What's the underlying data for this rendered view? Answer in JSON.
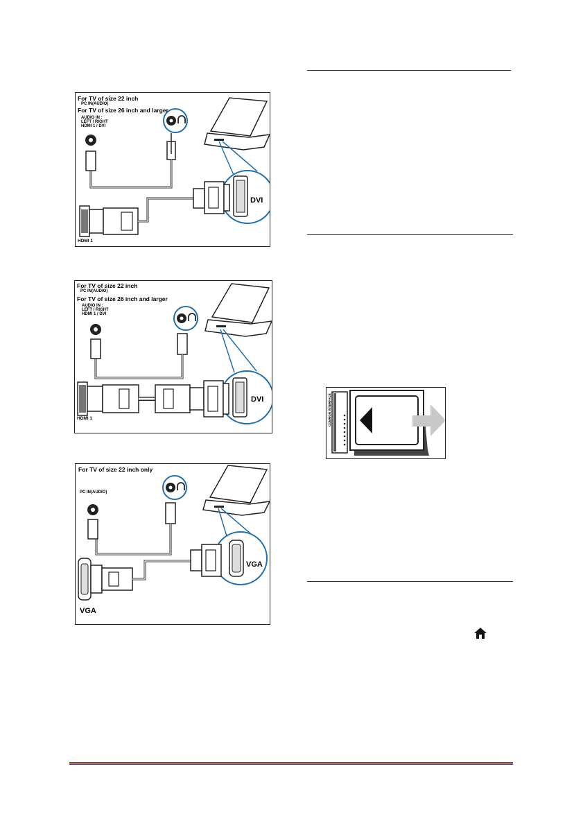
{
  "fig1": {
    "title_22": "For TV of size 22 inch",
    "sub_22": "PC IN(AUDIO)",
    "title_26": "For TV of size 26 inch and larger",
    "audio_in": [
      "AUDIO IN :",
      "LEFT / RIGHT",
      "HDMI 1 / DVI"
    ],
    "connector": "DVI",
    "hdmi_label": "HDMI 1"
  },
  "fig2": {
    "title_22": "For TV of size 22 inch",
    "sub_22": "PC IN(AUDIO)",
    "title_26": "For TV of size 26 inch and larger",
    "audio_in": [
      "AUDIO IN :",
      "LEFT / RIGHT",
      "HDMI 1 / DVI"
    ],
    "connector": "DVI",
    "hdmi_label": "HDMI 1"
  },
  "fig3": {
    "title": "For TV of size 22 inch only",
    "sub": "PC IN(AUDIO)",
    "connector_right": "VGA",
    "connector_left": "VGA"
  },
  "ci_figure": {
    "slot_label": "COMMON INTERFACE"
  },
  "icons": {
    "home": "home-icon",
    "headphone": "headphone-icon"
  },
  "colors": {
    "footer_rule_top": "#8c2a22",
    "footer_rule_bottom": "#3a3a88"
  }
}
